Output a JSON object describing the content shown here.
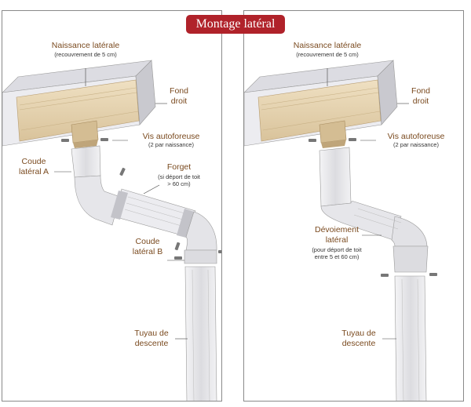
{
  "title": "Montage latéral",
  "colors": {
    "badge": "#b0222a",
    "label": "#7a4a1f",
    "wood": "#e6d3b0",
    "gutter": "#e9e9ec",
    "border": "#8a8a8a"
  },
  "left_panel": {
    "naissance_title": "Naissance latérale",
    "naissance_sub": "(recouvrement de 5 cm)",
    "fond_line1": "Fond",
    "fond_line2": "droit",
    "vis_title": "Vis autoforeuse",
    "vis_sub": "(2 par naissance)",
    "coude_a_line1": "Coude",
    "coude_a_line2": "latéral A",
    "forget_title": "Forget",
    "forget_sub1": "(si déport de toit",
    "forget_sub2": "> 60 cm)",
    "coude_b_line1": "Coude",
    "coude_b_line2": "latéral B",
    "tuyau_line1": "Tuyau de",
    "tuyau_line2": "descente"
  },
  "right_panel": {
    "naissance_title": "Naissance latérale",
    "naissance_sub": "(recouvrement de 5 cm)",
    "fond_line1": "Fond",
    "fond_line2": "droit",
    "vis_title": "Vis autoforeuse",
    "vis_sub": "(2 par naissance)",
    "devoiement_line1": "Dévoiement",
    "devoiement_line2": "latéral",
    "devoiement_sub1": "(pour déport de toit",
    "devoiement_sub2": "entre 5 et 60 cm)",
    "tuyau_line1": "Tuyau de",
    "tuyau_line2": "descente"
  }
}
